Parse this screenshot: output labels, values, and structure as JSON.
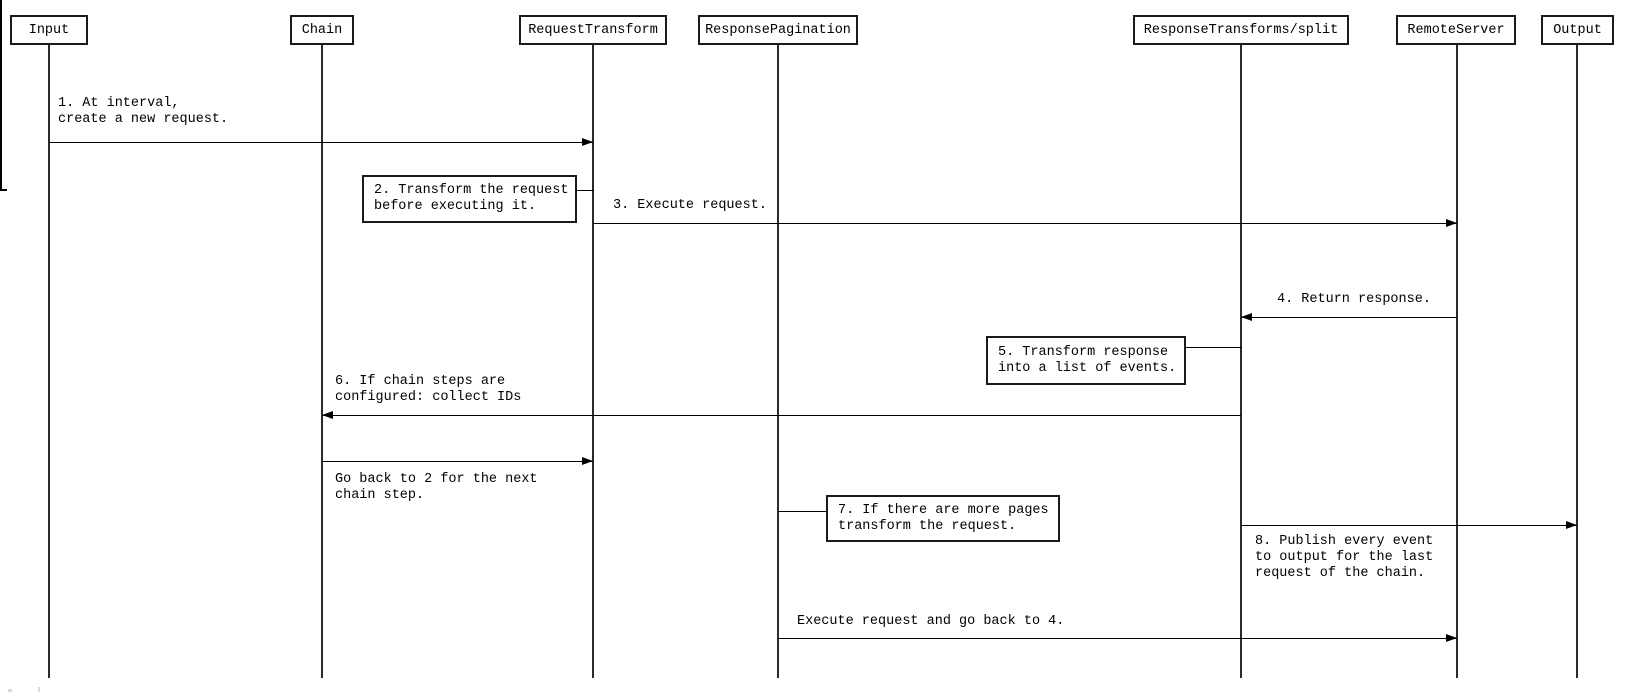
{
  "diagram": {
    "type": "sequence-diagram",
    "actors": [
      {
        "label": "Input"
      },
      {
        "label": "Chain"
      },
      {
        "label": "RequestTransform"
      },
      {
        "label": "ResponsePagination"
      },
      {
        "label": "ResponseTransforms/split"
      },
      {
        "label": "RemoteServer"
      },
      {
        "label": "Output"
      }
    ],
    "messages": [
      {
        "label": "1. At interval,\ncreate a new request.",
        "from": "Input",
        "to": "RequestTransform",
        "direction": "right"
      },
      {
        "label": "3. Execute request.",
        "from": "RequestTransform",
        "to": "RemoteServer",
        "direction": "right"
      },
      {
        "label": "4. Return response.",
        "from": "RemoteServer",
        "to": "ResponseTransforms/split",
        "direction": "left"
      },
      {
        "label": "6. If chain steps are\nconfigured: collect IDs",
        "from": "ResponseTransforms/split",
        "to": "Chain",
        "direction": "left"
      },
      {
        "label": "Go back to 2 for the next\nchain step.",
        "from": "Chain",
        "to": "RequestTransform",
        "direction": "right"
      },
      {
        "label": "8. Publish every event\nto output for the last\nrequest of the chain.",
        "from": "ResponseTransforms/split",
        "to": "Output",
        "direction": "right"
      },
      {
        "label": "Execute request and go back to 4.",
        "from": "ResponsePagination",
        "to": "RemoteServer",
        "direction": "right"
      }
    ],
    "notes": [
      {
        "label": "2. Transform the request\nbefore executing it.",
        "attached_to": "RequestTransform"
      },
      {
        "label": "5. Transform response\ninto a list of events.",
        "attached_to": "ResponseTransforms/split"
      },
      {
        "label": "7. If there are more pages\ntransform the request.",
        "attached_to": "ResponsePagination"
      }
    ],
    "colors": {
      "line": "#000000",
      "background": "#ffffff",
      "text": "#000000"
    }
  }
}
